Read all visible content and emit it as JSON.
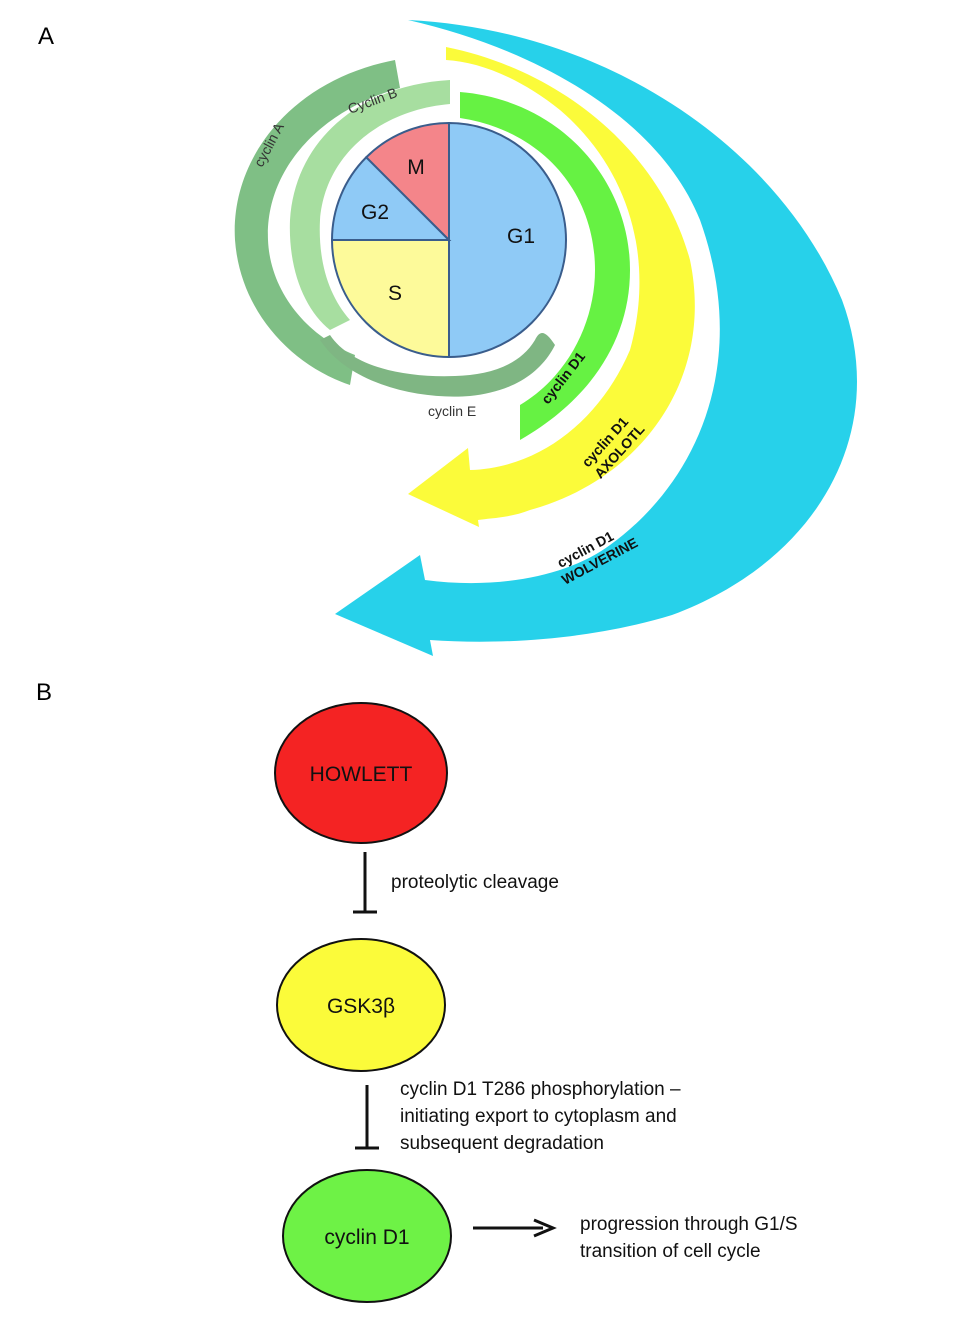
{
  "panels": {
    "a": "A",
    "b": "B"
  },
  "cycle": {
    "phases": [
      {
        "name": "G1",
        "fraction": 0.5,
        "color": "#8fcaf6"
      },
      {
        "name": "S",
        "fraction": 0.25,
        "color": "#fdfa9a"
      },
      {
        "name": "G2",
        "fraction": 0.125,
        "color": "#8fcaf6"
      },
      {
        "name": "M",
        "fraction": 0.125,
        "color": "#f4858a"
      }
    ],
    "cyclin_bands": [
      {
        "label": "cyclin A",
        "color": "#7fbf85"
      },
      {
        "label": "Cyclin  B",
        "color": "#a7dea0"
      },
      {
        "label": "cyclin E",
        "color": "#7fb683"
      },
      {
        "label": "cyclin D1",
        "color": "#66f243"
      }
    ],
    "arrows": [
      {
        "lines": [
          "cyclin D1",
          "AXOLOTL"
        ],
        "color": "#fbfb3a"
      },
      {
        "lines": [
          "cyclin D1",
          "WOLVERINE"
        ],
        "color": "#27d1ea"
      }
    ]
  },
  "pathway": {
    "nodes": [
      {
        "label": "HOWLETT",
        "color": "#f42323"
      },
      {
        "label": "GSK3β",
        "color": "#fbfb3a"
      },
      {
        "label": "cyclin D1",
        "color": "#6ef246"
      }
    ],
    "edges": [
      {
        "type": "inhibit",
        "lines": [
          "proteolytic cleavage"
        ]
      },
      {
        "type": "inhibit",
        "lines": [
          "cyclin D1 T286 phosphorylation –",
          "initiating export to cytoplasm and",
          "subsequent degradation"
        ]
      },
      {
        "type": "activate",
        "lines": [
          "progression through G1/S",
          "transition of cell cycle"
        ]
      }
    ]
  }
}
